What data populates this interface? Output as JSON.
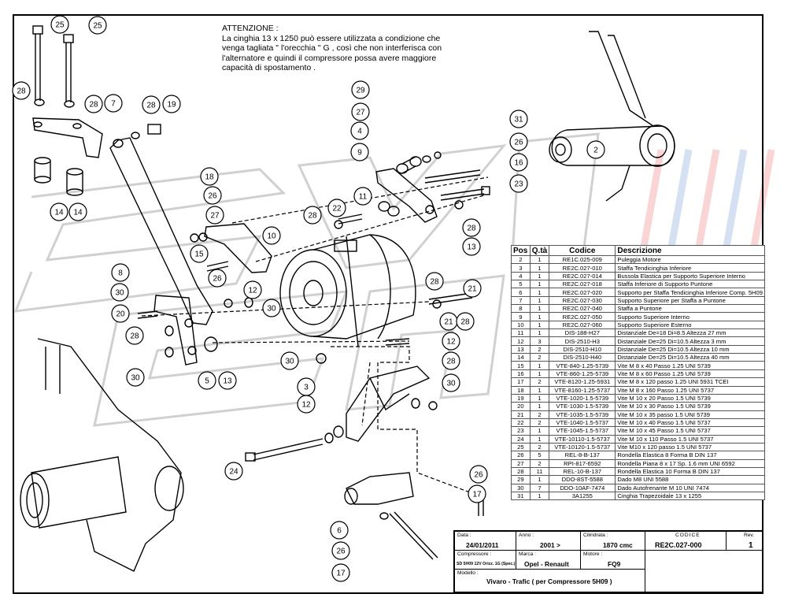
{
  "note": {
    "heading": "ATTENZIONE :",
    "lines": [
      "La cinghia 13 x 1250 può essere utilizzata a condizione che",
      "venga tagliata \" l'orecchia \" G , così che non interferisca con",
      "l'alternatore e quindi il compressore possa avere maggiore",
      "capacità di spostamento ."
    ]
  },
  "callouts": [
    "25",
    "25",
    "28",
    "28",
    "7",
    "28",
    "19",
    "14",
    "14",
    "8",
    "18",
    "26",
    "27",
    "15",
    "26",
    "10",
    "28",
    "22",
    "29",
    "27",
    "4",
    "9",
    "26",
    "16",
    "11",
    "23",
    "28",
    "13",
    "31",
    "2",
    "30",
    "20",
    "28",
    "12",
    "30",
    "28",
    "21",
    "21",
    "28",
    "12",
    "30",
    "5",
    "13",
    "30",
    "3",
    "12",
    "28",
    "30",
    "24",
    "26",
    "17",
    "6",
    "26",
    "17"
  ],
  "table": {
    "headers": [
      "Pos",
      "Q.tà",
      "Codice",
      "Descrizione"
    ],
    "rows": [
      [
        "2",
        "1",
        "RE1C.025-009",
        "Puleggia Motore"
      ],
      [
        "3",
        "1",
        "RE2C.027-010",
        "Staffa Tendicinghia Inferiore"
      ],
      [
        "4",
        "1",
        "RE2C.027-014",
        "Bussola Elastica per Supporto Superiore Interno"
      ],
      [
        "5",
        "1",
        "RE2C.027-018",
        "Staffa Inferiore di Supporto Puntone"
      ],
      [
        "6",
        "1",
        "RE2C.027-020",
        "Supporto per Staffa Tendicinghia Inferiore Comp. 5H09"
      ],
      [
        "7",
        "1",
        "RE2C.027-030",
        "Supporto Superiore per Staffa a Puntone"
      ],
      [
        "8",
        "1",
        "RE2C.027-040",
        "Staffa a Puntone"
      ],
      [
        "9",
        "1",
        "RE2C.027-050",
        "Supporto Superiore Interno"
      ],
      [
        "10",
        "1",
        "RE2C.027-060",
        "Supporto Superiore Esterno"
      ],
      [
        "11",
        "1",
        "DIS-188-H27",
        "Distanziale De=18 Di=8.5 Altezza 27 mm"
      ],
      [
        "12",
        "3",
        "DIS-2510-H3",
        "Distanziale De=25 Di=10.5 Altezza 3 mm"
      ],
      [
        "13",
        "2",
        "DIS-2510-H10",
        "Distanziale De=25 Di=10.5 Altezza 10 mm"
      ],
      [
        "14",
        "2",
        "DIS-2510-H40",
        "Distanziale De=25 Di=10.5 Altezza 40 mm"
      ],
      [
        "15",
        "1",
        "VTE-840-1.25-5739",
        "Vite M 8 x 40 Passo 1.25 UNI 5739"
      ],
      [
        "16",
        "1",
        "VTE-860-1.25-5739",
        "Vite M 8 x 60 Passo 1.25 UNI 5739"
      ],
      [
        "17",
        "2",
        "VTE-8120-1.25-5931",
        "Vite M 8 x 120 passo 1.25 UNI 5931 TCEI"
      ],
      [
        "18",
        "1",
        "VTE-8160-1.25-5737",
        "Vite M 8 x 160 Passo 1.25 UNI 5737"
      ],
      [
        "19",
        "1",
        "VTE-1020-1.5-5739",
        "Vite M 10 x 20 Passo 1.5 UNI 5739"
      ],
      [
        "20",
        "1",
        "VTE-1030-1.5-5739",
        "Vite M 10 x 30 Passo 1.5 UNI 5739"
      ],
      [
        "21",
        "2",
        "VTE-1035-1.5-5739",
        "Vite M 10 x 35 passo 1.5 UNI 5739"
      ],
      [
        "22",
        "2",
        "VTE-1040-1.5-5737",
        "Vite M 10 x 40 Passo 1.5 UNI 5737"
      ],
      [
        "23",
        "1",
        "VTE-1045-1.5-5737",
        "Vite M 10 x 45 Passo 1.5 UNI 5737"
      ],
      [
        "24",
        "1",
        "VTE-10110-1.5-5737",
        "Vite M 10 x 110 Passo 1.5 UNI 5737"
      ],
      [
        "25",
        "2",
        "VTE-10120-1.5-5737",
        "Vite M10 x 120 passo 1.5 UNI 5737"
      ],
      [
        "26",
        "5",
        "REL-8-B-137",
        "Rondella Elastica 8 Forma B DIN 137"
      ],
      [
        "27",
        "2",
        "RPI-817-6592",
        "Rondella Piana 8 x 17 Sp. 1.6 mm UNI 6592"
      ],
      [
        "28",
        "11",
        "REL-10-B-137",
        "Rondella Elastica 10 Forma B DIN 137"
      ],
      [
        "29",
        "1",
        "DDO-8ST-5588",
        "Dado M8 UNI 5588"
      ],
      [
        "30",
        "7",
        "DDO-10AF-7474",
        "Dado Autofrenante M 10 UNI 7474"
      ],
      [
        "31",
        "1",
        "3A1255",
        "Cinghia Trapezoidale 13 x 1255"
      ]
    ]
  },
  "title_block": {
    "data_label": "Data :",
    "data": "24/01/2011",
    "anno_label": "Anno :",
    "anno": "2001 >",
    "cilindrata_label": "Cilindrata :",
    "cilindrata": "1870 cmc",
    "codice_label": "CODICE",
    "codice": "RE2C.027-000",
    "rev_label": "Rev.",
    "rev": "1",
    "compressore_label": "Compressore :",
    "compressore": "SD 5H09 12V Orizz. 1G (Spec.)",
    "marca_label": "Marca :",
    "marca": "Opel - Renault",
    "motore_label": "Motore :",
    "motore": "FQ9",
    "modello_label": "Modello :",
    "modello": "Vivaro - Trafic ( per Compressore 5H09 )"
  }
}
